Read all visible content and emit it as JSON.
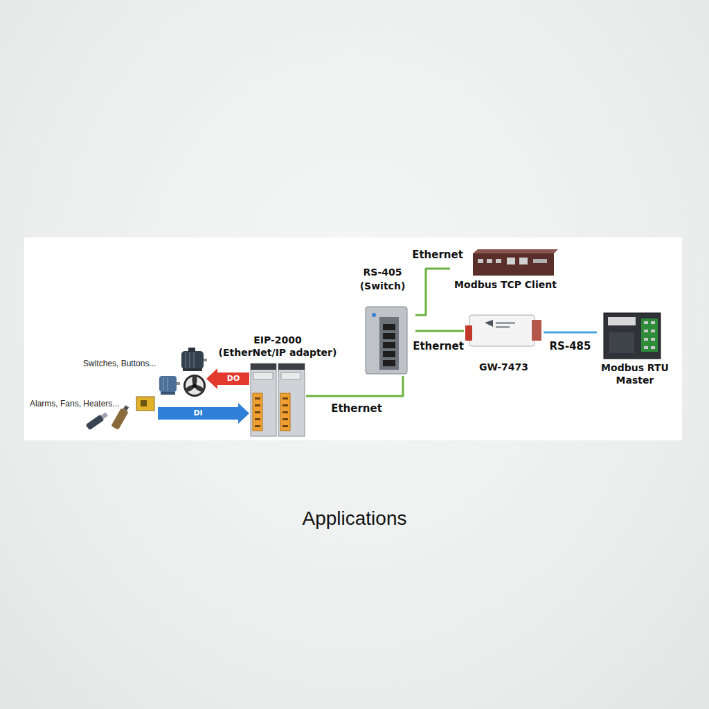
{
  "diagram": {
    "caption": "Applications",
    "nodes": [
      {
        "text": [
          "Switches, Buttons..."
        ]
      },
      {
        "text": [
          "Alarms, Fans, Heaters..."
        ]
      },
      {
        "text": [
          "EIP-2000",
          "(EtherNet/IP adapter)"
        ]
      },
      {
        "text": [
          "RS-405",
          "(Switch)"
        ]
      },
      {
        "text": [
          "Modbus TCP Client"
        ]
      },
      {
        "text": [
          "GW-7473"
        ]
      },
      {
        "text": [
          "Modbus RTU Master"
        ]
      }
    ],
    "edges": [
      {
        "from": 2,
        "to": 0,
        "label": "DO",
        "arrow": "to"
      },
      {
        "from": 1,
        "to": 2,
        "label": "DI",
        "arrow": "to"
      },
      {
        "from": 2,
        "to": 3,
        "label": "Ethernet",
        "arrow": "none"
      },
      {
        "from": 3,
        "to": 4,
        "label": "Ethernet",
        "arrow": "none"
      },
      {
        "from": 3,
        "to": 5,
        "label": "Ethernet",
        "arrow": "none"
      },
      {
        "from": 5,
        "to": 6,
        "label": "RS-485",
        "arrow": "none"
      }
    ]
  }
}
